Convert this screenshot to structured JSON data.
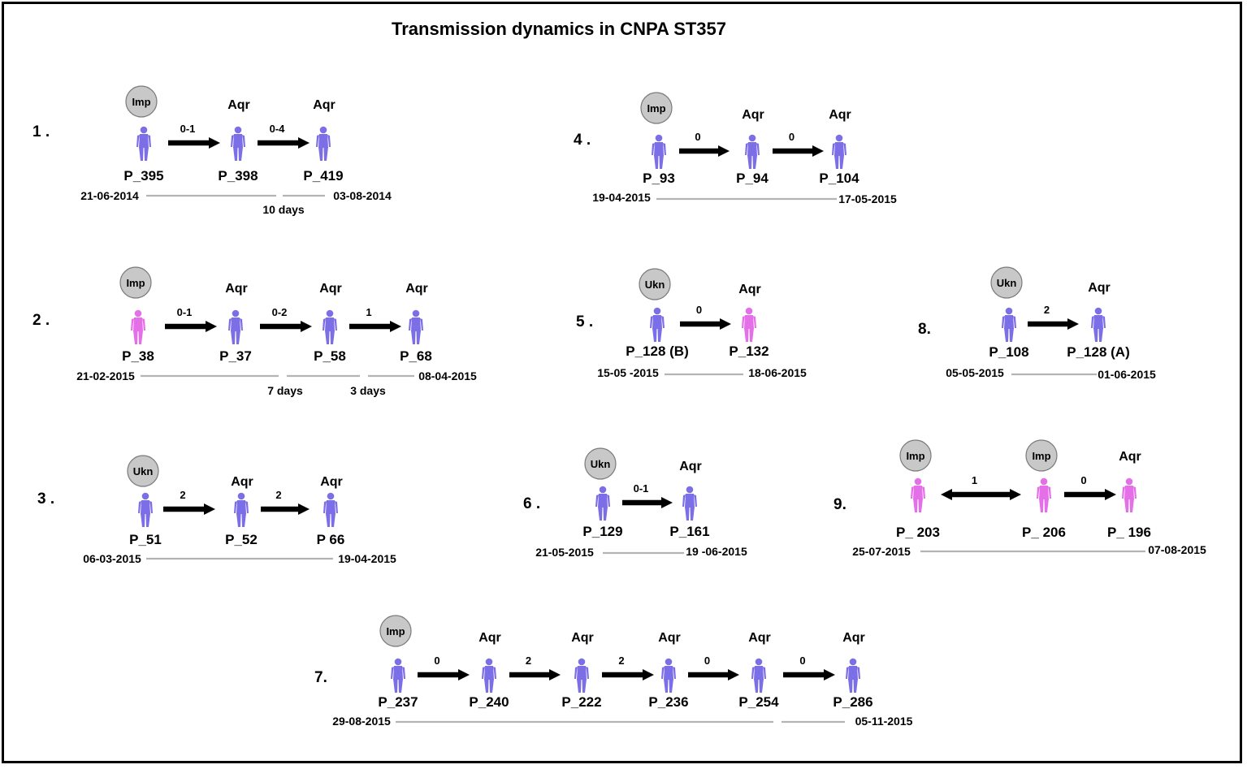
{
  "title": "Transmission dynamics in CNPA ST357",
  "colors": {
    "blue": "#7b6ee6",
    "pink": "#e56fe8",
    "bubble": "#c8c8c8",
    "timeline": "#b4b4b4"
  },
  "groups": [
    {
      "label": "1 .",
      "patients": [
        {
          "id": "P_395",
          "status": "Imp",
          "color": "blue"
        },
        {
          "id": "P_398",
          "status": "Aqr",
          "color": "blue"
        },
        {
          "id": "P_419",
          "status": "Aqr",
          "color": "blue"
        }
      ],
      "arrows": [
        {
          "label": "0-1",
          "type": "single"
        },
        {
          "label": "0-4",
          "type": "single"
        }
      ],
      "start_date": "21-06-2014",
      "end_date": "03-08-2014",
      "gaps": [
        "10 days"
      ]
    },
    {
      "label": "2 .",
      "patients": [
        {
          "id": "P_38",
          "status": "Imp",
          "color": "pink"
        },
        {
          "id": "P_37",
          "status": "Aqr",
          "color": "blue"
        },
        {
          "id": "P_58",
          "status": "Aqr",
          "color": "blue"
        },
        {
          "id": "P_68",
          "status": "Aqr",
          "color": "blue"
        }
      ],
      "arrows": [
        {
          "label": "0-1",
          "type": "single"
        },
        {
          "label": "0-2",
          "type": "single"
        },
        {
          "label": "1",
          "type": "single"
        }
      ],
      "start_date": "21-02-2015",
      "end_date": "08-04-2015",
      "gaps": [
        "7 days",
        "3 days"
      ]
    },
    {
      "label": "3 .",
      "patients": [
        {
          "id": "P_51",
          "status": "Ukn",
          "color": "blue"
        },
        {
          "id": "P_52",
          "status": "Aqr",
          "color": "blue"
        },
        {
          "id": "P 66",
          "status": "Aqr",
          "color": "blue"
        }
      ],
      "arrows": [
        {
          "label": "2",
          "type": "single"
        },
        {
          "label": "2",
          "type": "single"
        }
      ],
      "start_date": "06-03-2015",
      "end_date": "19-04-2015",
      "gaps": []
    },
    {
      "label": "4 .",
      "patients": [
        {
          "id": "P_93",
          "status": "Imp",
          "color": "blue"
        },
        {
          "id": "P_94",
          "status": "Aqr",
          "color": "blue"
        },
        {
          "id": "P_104",
          "status": "Aqr",
          "color": "blue"
        }
      ],
      "arrows": [
        {
          "label": "0",
          "type": "single"
        },
        {
          "label": "0",
          "type": "single"
        }
      ],
      "start_date": "19-04-2015",
      "end_date": "17-05-2015",
      "gaps": []
    },
    {
      "label": "5 .",
      "patients": [
        {
          "id": "P_128 (B)",
          "status": "Ukn",
          "color": "blue"
        },
        {
          "id": "P_132",
          "status": "Aqr",
          "color": "pink"
        }
      ],
      "arrows": [
        {
          "label": "0",
          "type": "single"
        }
      ],
      "start_date": "15-05 -2015",
      "end_date": "18-06-2015",
      "gaps": []
    },
    {
      "label": "6 .",
      "patients": [
        {
          "id": "P_129",
          "status": "Ukn",
          "color": "blue"
        },
        {
          "id": "P_161",
          "status": "Aqr",
          "color": "blue"
        }
      ],
      "arrows": [
        {
          "label": "0-1",
          "type": "single"
        }
      ],
      "start_date": "21-05-2015",
      "end_date": "19 -06-2015",
      "gaps": []
    },
    {
      "label": "7.",
      "patients": [
        {
          "id": "P_237",
          "status": "Imp",
          "color": "blue"
        },
        {
          "id": "P_240",
          "status": "Aqr",
          "color": "blue"
        },
        {
          "id": "P_222",
          "status": "Aqr",
          "color": "blue"
        },
        {
          "id": "P_236",
          "status": "Aqr",
          "color": "blue"
        },
        {
          "id": "P_254",
          "status": "Aqr",
          "color": "blue"
        },
        {
          "id": "P_286",
          "status": "Aqr",
          "color": "blue"
        }
      ],
      "arrows": [
        {
          "label": "0",
          "type": "single"
        },
        {
          "label": "2",
          "type": "single"
        },
        {
          "label": "2",
          "type": "single"
        },
        {
          "label": "0",
          "type": "single"
        },
        {
          "label": "0",
          "type": "single"
        }
      ],
      "start_date": "29-08-2015",
      "end_date": "05-11-2015",
      "gaps": []
    },
    {
      "label": "8.",
      "patients": [
        {
          "id": "P_108",
          "status": "Ukn",
          "color": "blue"
        },
        {
          "id": "P_128 (A)",
          "status": "Aqr",
          "color": "blue"
        }
      ],
      "arrows": [
        {
          "label": "2",
          "type": "single"
        }
      ],
      "start_date": "05-05-2015",
      "end_date": "01-06-2015",
      "gaps": []
    },
    {
      "label": "9.",
      "patients": [
        {
          "id": "P_ 203",
          "status": "Imp",
          "color": "pink"
        },
        {
          "id": "P_ 206",
          "status": "Imp",
          "color": "pink"
        },
        {
          "id": "P_ 196",
          "status": "Aqr",
          "color": "pink"
        }
      ],
      "arrows": [
        {
          "label": "1",
          "type": "double"
        },
        {
          "label": "0",
          "type": "single"
        }
      ],
      "start_date": "25-07-2015",
      "end_date": "07-08-2015",
      "gaps": []
    }
  ]
}
